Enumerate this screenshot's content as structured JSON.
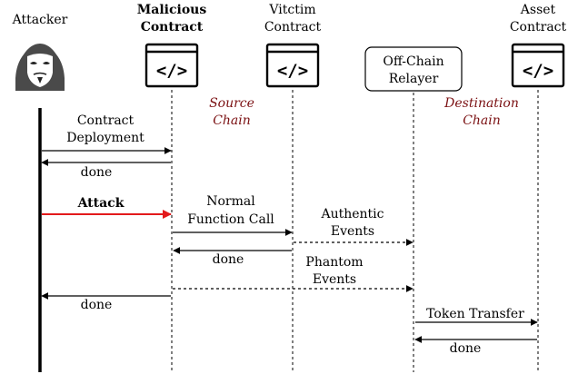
{
  "actors": {
    "attacker": "Attacker",
    "malicious": [
      "Malicious",
      "Contract"
    ],
    "victim": [
      "Vitctim",
      "Contract"
    ],
    "relayer": [
      "Off-Chain",
      "Relayer"
    ],
    "asset": [
      "Asset",
      "Contract"
    ]
  },
  "icons": {
    "contract": "code-icon",
    "contract_glyph": "</>",
    "attacker": "hacker-mask-icon"
  },
  "chains": {
    "source": [
      "Source",
      "Chain"
    ],
    "destination": [
      "Destination",
      "Chain"
    ]
  },
  "messages": {
    "deploy": [
      "Contract",
      "Deployment"
    ],
    "deploy_done": "done",
    "attack": "Attack",
    "normal_call": [
      "Normal",
      "Function Call"
    ],
    "call_done": "done",
    "authentic": [
      "Authentic",
      "Events"
    ],
    "phantom": [
      "Phantom",
      "Events"
    ],
    "attack_done": "done",
    "token_transfer": "Token Transfer",
    "transfer_done": "done"
  },
  "colors": {
    "attack": "#e31a1c",
    "chain_label": "#7b1113"
  }
}
